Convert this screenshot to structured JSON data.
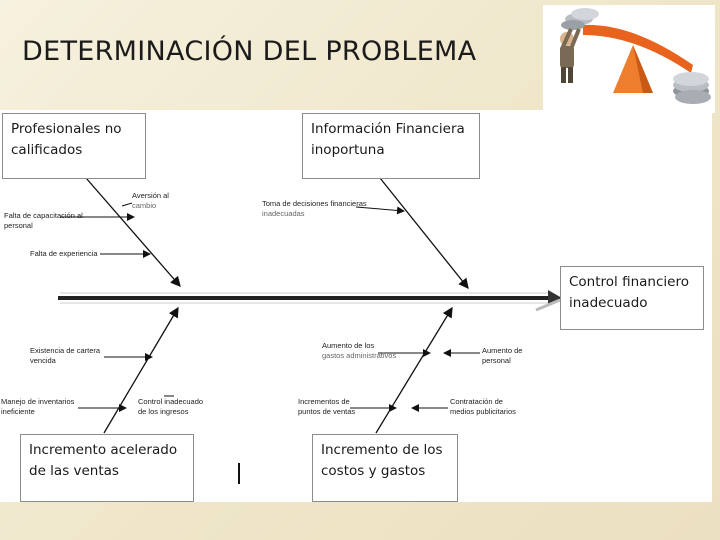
{
  "slide": {
    "title": "DETERMINACIÓN DEL PROBLEMA"
  },
  "clipart": {
    "icon": "person-balancing-coins-seesaw-icon",
    "colors": {
      "beam": "#e8641e",
      "pivot": "#ef7d2e",
      "coins": "#b9bec4",
      "person": "#7a6a55"
    }
  },
  "diagram": {
    "effect": "Control financiero inadecuado",
    "categories": {
      "profesionales": "Profesionales no calificados",
      "informacion": "Información Financiera inoportuna",
      "ventas": "Incremento acelerado de las ventas",
      "costos": "Incremento de los costos y gastos"
    },
    "causes": {
      "aversion": "Aversión al",
      "aversion2": "cambio",
      "falta_capacitacion": "Falta de capacitación al",
      "falta_capacitacion2": "personal",
      "falta_experiencia": "Falta de experiencia",
      "toma_decisiones": "Toma de decisiones financieras",
      "toma_decisiones2": "inadecuadas",
      "cartera_vencida": "Existencia de cartera",
      "cartera_vencida2": "vencida",
      "manejo_inventarios": "Manejo de inventarios",
      "manejo_inventarios2": "ineficiente",
      "control_ingresos": "Control inadecuado",
      "control_ingresos2": "de los ingresos",
      "gastos_admin": "Aumento de los",
      "gastos_admin2": "gastos administrativos",
      "aumento_personal": "Aumento de",
      "aumento_personal2": "personal",
      "puntos_venta": "Incrementos de",
      "puntos_venta2": "puntos de ventas",
      "medios_publicitarios": "Contratación de",
      "medios_publicitarios2": "medios publicitarios"
    }
  }
}
